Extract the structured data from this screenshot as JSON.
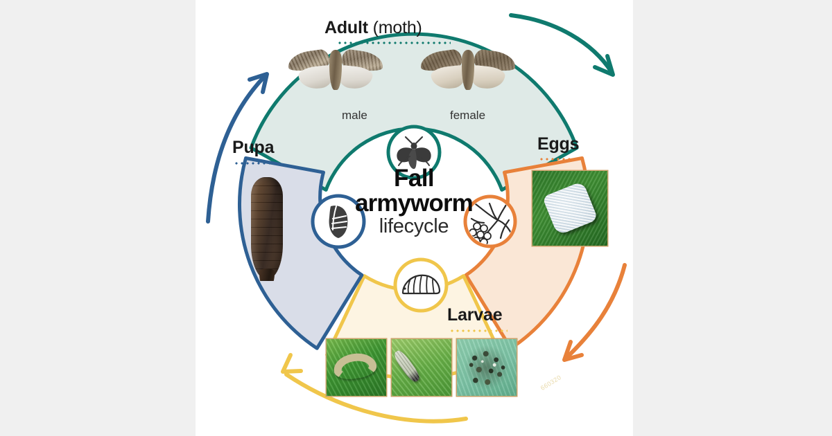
{
  "page": {
    "background_color": "#f0f0f0",
    "canvas_color": "#ffffff"
  },
  "center": {
    "line1": "Fall",
    "line2": "armyworm",
    "line3": "lifecycle"
  },
  "stages": [
    {
      "id": "adult",
      "title_bold": "Adult",
      "title_light": "(moth)",
      "color": "#0f7a6e",
      "wedge_fill": "#dfeae7",
      "icon_name": "moth-icon",
      "photos": [
        {
          "caption": "male",
          "alt_name": "male-moth-photo"
        },
        {
          "caption": "female",
          "alt_name": "female-moth-photo"
        }
      ]
    },
    {
      "id": "eggs",
      "title_bold": "Eggs",
      "title_light": "",
      "color": "#e8813a",
      "wedge_fill": "#fae7d6",
      "icon_name": "egg-mass-on-leaf-icon",
      "photos": [
        {
          "caption": "",
          "alt_name": "egg-mass-photo"
        }
      ]
    },
    {
      "id": "larvae",
      "title_bold": "Larvae",
      "title_light": "",
      "color": "#f0c64b",
      "wedge_fill": "#fdf4e2",
      "icon_name": "larva-icon",
      "photos": [
        {
          "caption": "",
          "alt_name": "larva-on-leaf-photo"
        },
        {
          "caption": "",
          "alt_name": "larva-stripes-photo"
        },
        {
          "caption": "",
          "alt_name": "larval-frass-photo"
        }
      ]
    },
    {
      "id": "pupa",
      "title_bold": "Pupa",
      "title_light": "",
      "color": "#2e6094",
      "wedge_fill": "#d9dde8",
      "icon_name": "pupa-icon",
      "photos": [
        {
          "caption": "",
          "alt_name": "pupa-photo"
        }
      ]
    }
  ],
  "arrows": [
    {
      "name": "arrow-adult-to-eggs",
      "color": "#0f7a6e",
      "direction": "down-right"
    },
    {
      "name": "arrow-eggs-to-larvae",
      "color": "#e8813a",
      "direction": "down-left"
    },
    {
      "name": "arrow-larvae-to-pupa",
      "color": "#f0c64b",
      "direction": "up-left"
    },
    {
      "name": "arrow-pupa-to-adult",
      "color": "#2e6094",
      "direction": "up-right"
    }
  ],
  "watermark": {
    "text": "660320"
  }
}
